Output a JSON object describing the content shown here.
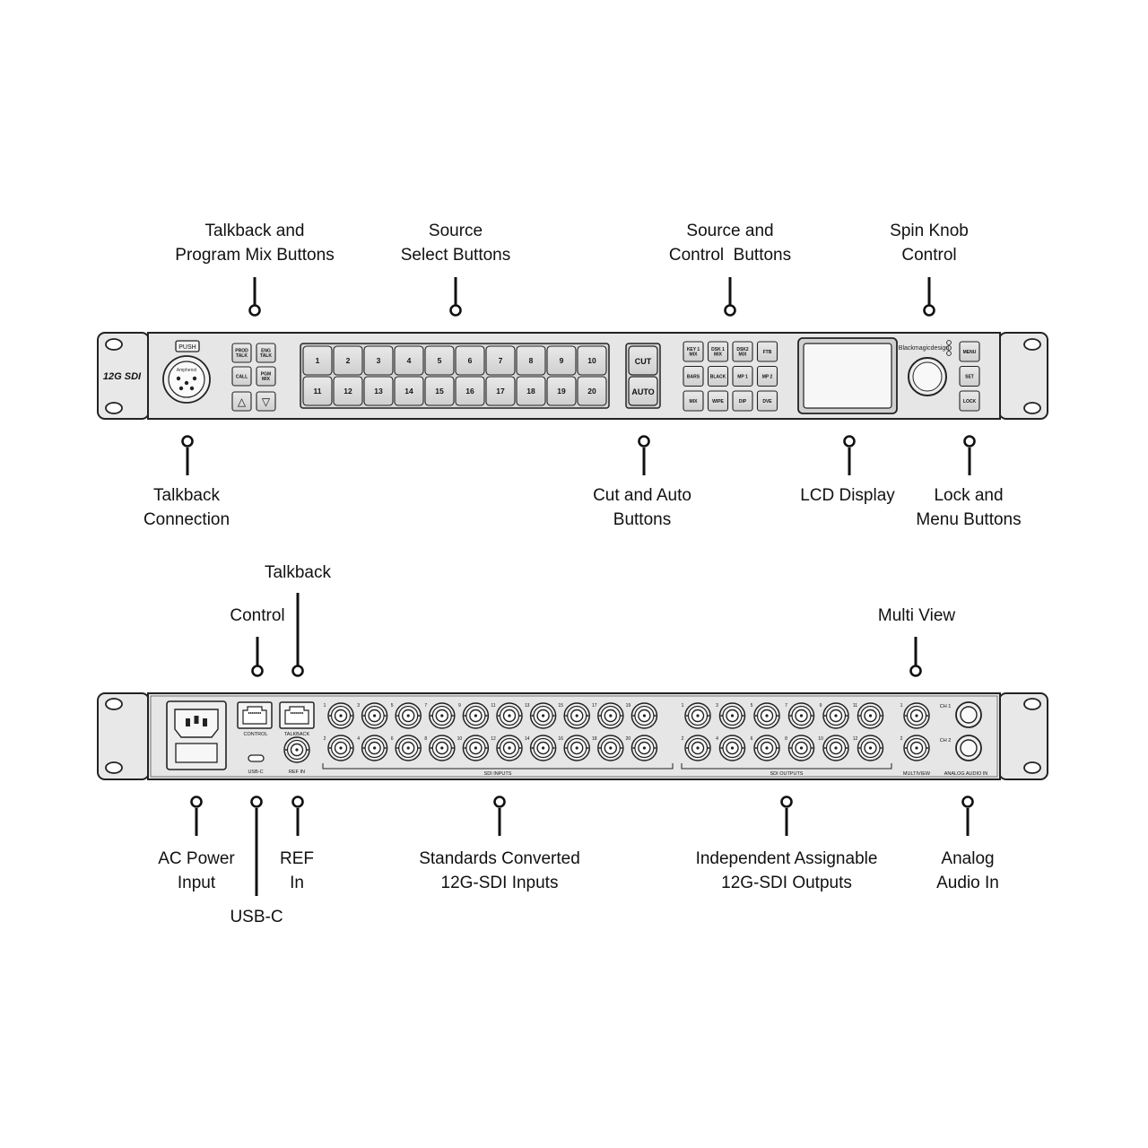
{
  "front_panel": {
    "callouts": [
      {
        "id": "talkback-program-mix",
        "line1": "Talkback and",
        "line2": "Program Mix Buttons"
      },
      {
        "id": "source-select",
        "line1": "Source",
        "line2": "Select Buttons"
      },
      {
        "id": "source-control",
        "line1": "Source and",
        "line2": "Control  Buttons"
      },
      {
        "id": "spin-knob",
        "line1": "Spin Knob",
        "line2": "Control"
      },
      {
        "id": "talkback-connection",
        "line1": "Talkback",
        "line2": "Connection"
      },
      {
        "id": "cut-auto",
        "line1": "Cut and Auto",
        "line2": "Buttons"
      },
      {
        "id": "lcd-display",
        "line1": "LCD Display",
        "line2": ""
      },
      {
        "id": "lock-menu",
        "line1": "Lock and",
        "line2": "Menu Buttons"
      }
    ],
    "logo_text": "12G SDI",
    "xlr_push_label": "PUSH",
    "xlr_brand": "Amphenol",
    "talkback_buttons": [
      "PROD TALK",
      "ENG TALK",
      "CALL",
      "PGM MIX",
      "△",
      "▽"
    ],
    "source_buttons": [
      "1",
      "2",
      "3",
      "4",
      "5",
      "6",
      "7",
      "8",
      "9",
      "10",
      "11",
      "12",
      "13",
      "14",
      "15",
      "16",
      "17",
      "18",
      "19",
      "20"
    ],
    "cut_label": "CUT",
    "auto_label": "AUTO",
    "control_buttons": [
      "KEY 1 MIX",
      "DSK 1 MIX",
      "DSK2 MIX",
      "FTB",
      "BARS",
      "BLACK",
      "MP 1",
      "MP 2",
      "MIX",
      "WIPE",
      "DIP",
      "DVE"
    ],
    "brand": "Blackmagicdesign",
    "menu_buttons": [
      "MENU",
      "SET",
      "LOCK"
    ]
  },
  "rear_panel": {
    "callouts": [
      {
        "id": "talkback",
        "line1": "Talkback",
        "line2": ""
      },
      {
        "id": "control",
        "line1": "Control",
        "line2": ""
      },
      {
        "id": "multi-view",
        "line1": "Multi View",
        "line2": ""
      },
      {
        "id": "ac-power",
        "line1": "AC Power",
        "line2": "Input"
      },
      {
        "id": "usb-c",
        "line1": "USB-C",
        "line2": ""
      },
      {
        "id": "ref-in",
        "line1": "REF",
        "line2": "In"
      },
      {
        "id": "sdi-inputs",
        "line1": "Standards Converted",
        "line2": "12G-SDI Inputs"
      },
      {
        "id": "sdi-outputs",
        "line1": "Independent Assignable",
        "line2": "12G-SDI Outputs"
      },
      {
        "id": "analog-audio",
        "line1": "Analog",
        "line2": "Audio In"
      }
    ],
    "port_labels": {
      "control": "CONTROL",
      "talkback": "TALKBACK",
      "usb_c": "USB-C",
      "ref_in": "REF IN",
      "sdi_inputs": "SDI INPUTS",
      "sdi_outputs": "SDI OUTPUTS",
      "multiview": "MULTIVIEW",
      "analog_audio": "ANALOG AUDIO IN",
      "ch1": "CH 1",
      "ch2": "CH 2"
    },
    "input_numbers_top": [
      "1",
      "3",
      "5",
      "7",
      "9",
      "11",
      "13",
      "15",
      "17",
      "19"
    ],
    "input_numbers_bottom": [
      "2",
      "4",
      "6",
      "8",
      "10",
      "12",
      "14",
      "16",
      "18",
      "20"
    ],
    "output_numbers_top": [
      "1",
      "3",
      "5",
      "7",
      "9",
      "11"
    ],
    "output_numbers_bottom": [
      "2",
      "4",
      "6",
      "8",
      "10",
      "12"
    ],
    "multiview_numbers": [
      "1",
      "2"
    ]
  }
}
